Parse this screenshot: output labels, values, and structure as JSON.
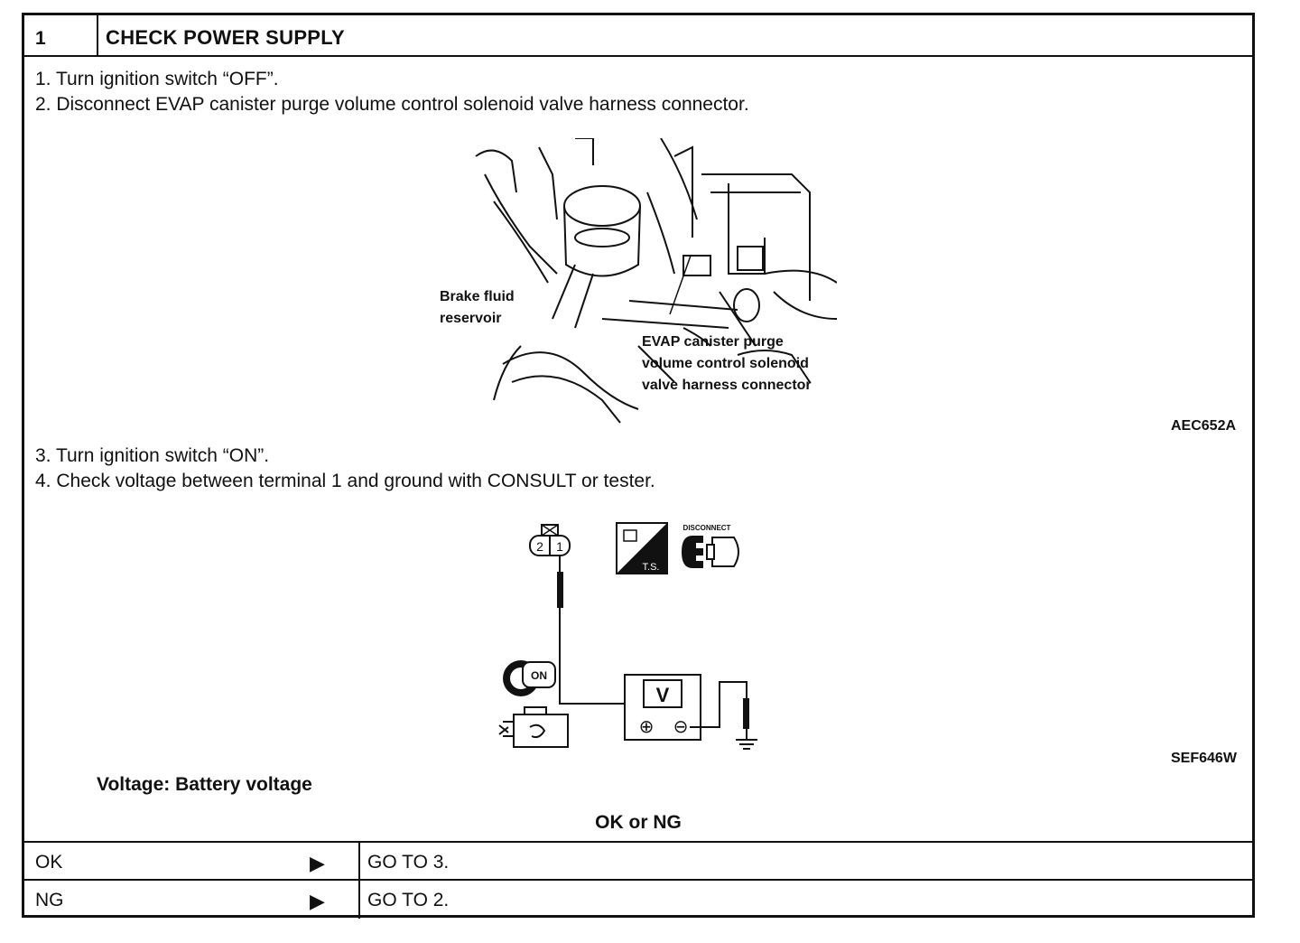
{
  "header": {
    "step_number": "1",
    "title": "CHECK POWER SUPPLY"
  },
  "steps": [
    "1.  Turn ignition switch “OFF”.",
    "2.  Disconnect EVAP canister purge volume control solenoid valve harness connector.",
    "3.  Turn ignition switch “ON”.",
    "4.  Check voltage between terminal 1 and ground with CONSULT or tester."
  ],
  "figure1": {
    "label_brake": [
      "Brake fluid",
      "reservoir"
    ],
    "label_evap": [
      "EVAP canister purge",
      "volume control solenoid",
      "valve harness connector"
    ],
    "code": "AEC652A"
  },
  "figure2": {
    "connector_pins": [
      "2",
      "1"
    ],
    "ts_label": "T.S.",
    "disconnect_label": "DISCONNECT",
    "on_label": "ON",
    "meter_label": "V",
    "plus": "⊕",
    "minus": "⊖",
    "code": "SEF646W"
  },
  "spec": "Voltage: Battery voltage",
  "ok_or_ng": "OK or NG",
  "results": [
    {
      "result": "OK",
      "arrow": "▶",
      "action": "GO TO 3."
    },
    {
      "result": "NG",
      "arrow": "▶",
      "action": "GO TO 2."
    }
  ]
}
